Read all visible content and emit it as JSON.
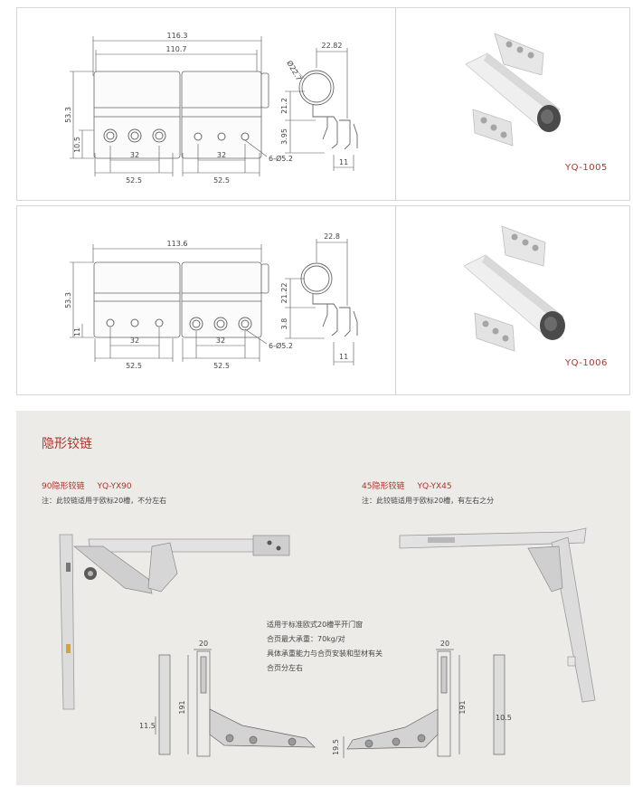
{
  "panel1": {
    "model": "YQ-1005",
    "dims": {
      "overall": "116.3",
      "inner": "110.7",
      "height": "53.3",
      "offset": "10.5",
      "hole_pitch_a": "32",
      "span_a": "52.5",
      "hole_pitch_b": "32",
      "span_b": "52.5",
      "diameter": "Ø22.7",
      "top_width": "22.82",
      "side_a": "21.2",
      "side_b": "3.95",
      "holes": "6-Ø5.2",
      "bottom": "11"
    }
  },
  "panel2": {
    "model": "YQ-1006",
    "dims": {
      "overall": "113.6",
      "height": "53.3",
      "offset": "11",
      "hole_pitch_a": "32",
      "span_a": "52.5",
      "hole_pitch_b": "32",
      "span_b": "52.5",
      "top_width": "22.8",
      "side_a": "21.22",
      "side_b": "3.8",
      "holes": "6-Ø5.2",
      "bottom": "11"
    }
  },
  "hidden_hinges": {
    "title": "隐形铰链",
    "left": {
      "name": "90隐形铰链",
      "code": "YQ-YX90",
      "note": "注：此铰链适用于欧标20槽，不分左右"
    },
    "right": {
      "name": "45隐形铰链",
      "code": "YQ-YX45",
      "note": "注：此铰链适用于欧标20槽，有左右之分"
    },
    "specs": [
      "适用于标准欧式20槽平开门窗",
      "合页最大承重：70kg/对",
      "具体承重能力与合页安装和型材有关",
      "合页分左右"
    ],
    "dims_left": {
      "top": "20",
      "height": "191",
      "offset": "11.5"
    },
    "dims_right": {
      "top": "20",
      "height": "191",
      "offset": "10.5",
      "bottom": "19.5"
    }
  },
  "colors": {
    "accent": "#b0322c",
    "section_bg": "#ecebe8",
    "border": "#d6d6d6"
  }
}
